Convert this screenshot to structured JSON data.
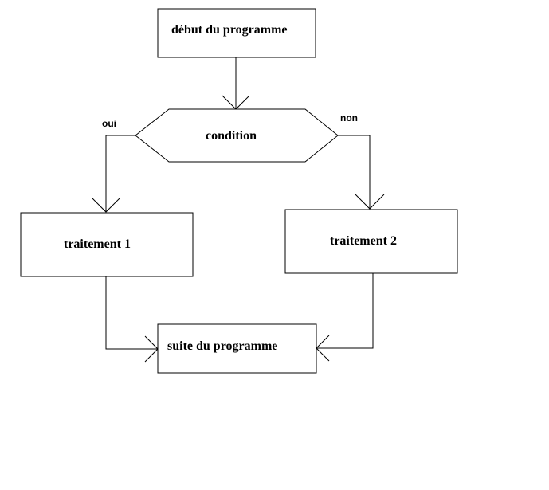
{
  "flowchart": {
    "start": "début du programme",
    "condition": "condition",
    "branch_yes": "oui",
    "branch_no": "non",
    "process_1": "traitement 1",
    "process_2": "traitement 2",
    "end": "suite du programme"
  }
}
